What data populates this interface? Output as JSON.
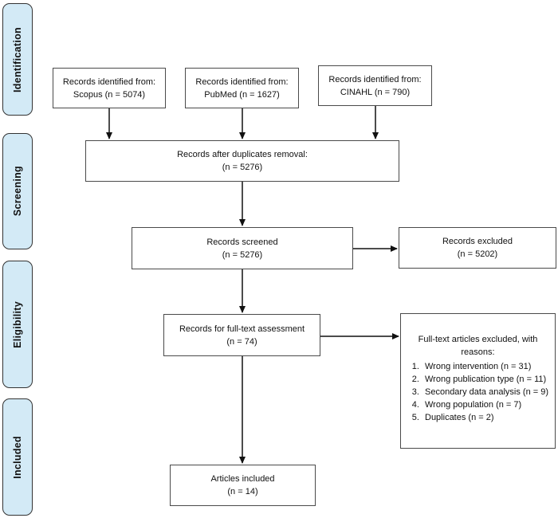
{
  "diagram": {
    "type": "prisma-flow-diagram",
    "stages": [
      {
        "label": "Identification"
      },
      {
        "label": "Screening"
      },
      {
        "label": "Eligibility"
      },
      {
        "label": "Included"
      }
    ],
    "boxes": {
      "source_scopus": {
        "line1": "Records identified from:",
        "line2": "Scopus (n = 5074)"
      },
      "source_pubmed": {
        "line1": "Records identified from:",
        "line2": "PubMed (n = 1627)"
      },
      "source_cinahl": {
        "line1": "Records identified from:",
        "line2": "CINAHL (n = 790)"
      },
      "duplicates": {
        "line1": "Records after duplicates removal:",
        "line2": "(n = 5276)"
      },
      "screened": {
        "line1": "Records screened",
        "line2": "(n = 5276)"
      },
      "excluded": {
        "line1": "Records excluded",
        "line2": "(n = 5202)"
      },
      "fulltext": {
        "line1": "Records for full-text assessment",
        "line2": "(n = 74)"
      },
      "fulltext_excluded": {
        "heading_line1": "Full-text articles excluded, with",
        "heading_line2": "reasons:",
        "reasons": [
          "Wrong intervention (n = 31)",
          "Wrong publication type (n = 11)",
          "Secondary data analysis (n = 9)",
          "Wrong population (n = 7)",
          "Duplicates (n = 2)"
        ]
      },
      "included": {
        "line1": "Articles included",
        "line2": "(n = 14)"
      }
    }
  },
  "colors": {
    "stage_fill": "#d3eaf6",
    "stage_border": "#333333",
    "box_border": "#4a4a4a",
    "arrow": "#111111",
    "text": "#111111"
  }
}
